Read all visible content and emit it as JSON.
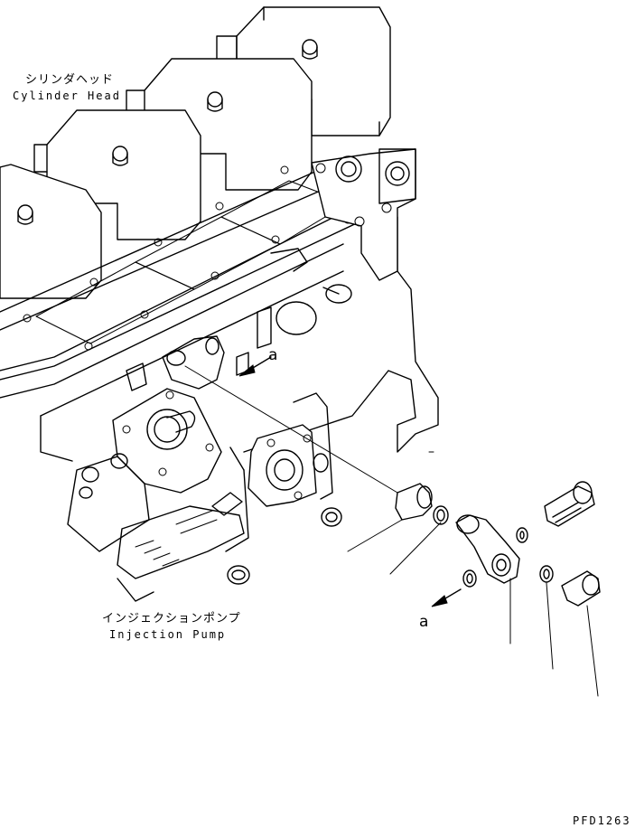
{
  "labels": {
    "cylinder_head_jp": "シリンダヘッド",
    "cylinder_head_en": "Cylinder Head",
    "injection_pump_jp": "インジェクションポンプ",
    "injection_pump_en": "Injection Pump",
    "ref_a_upper": "a",
    "ref_a_lower": "a",
    "drawing_number": "PFD1263"
  }
}
